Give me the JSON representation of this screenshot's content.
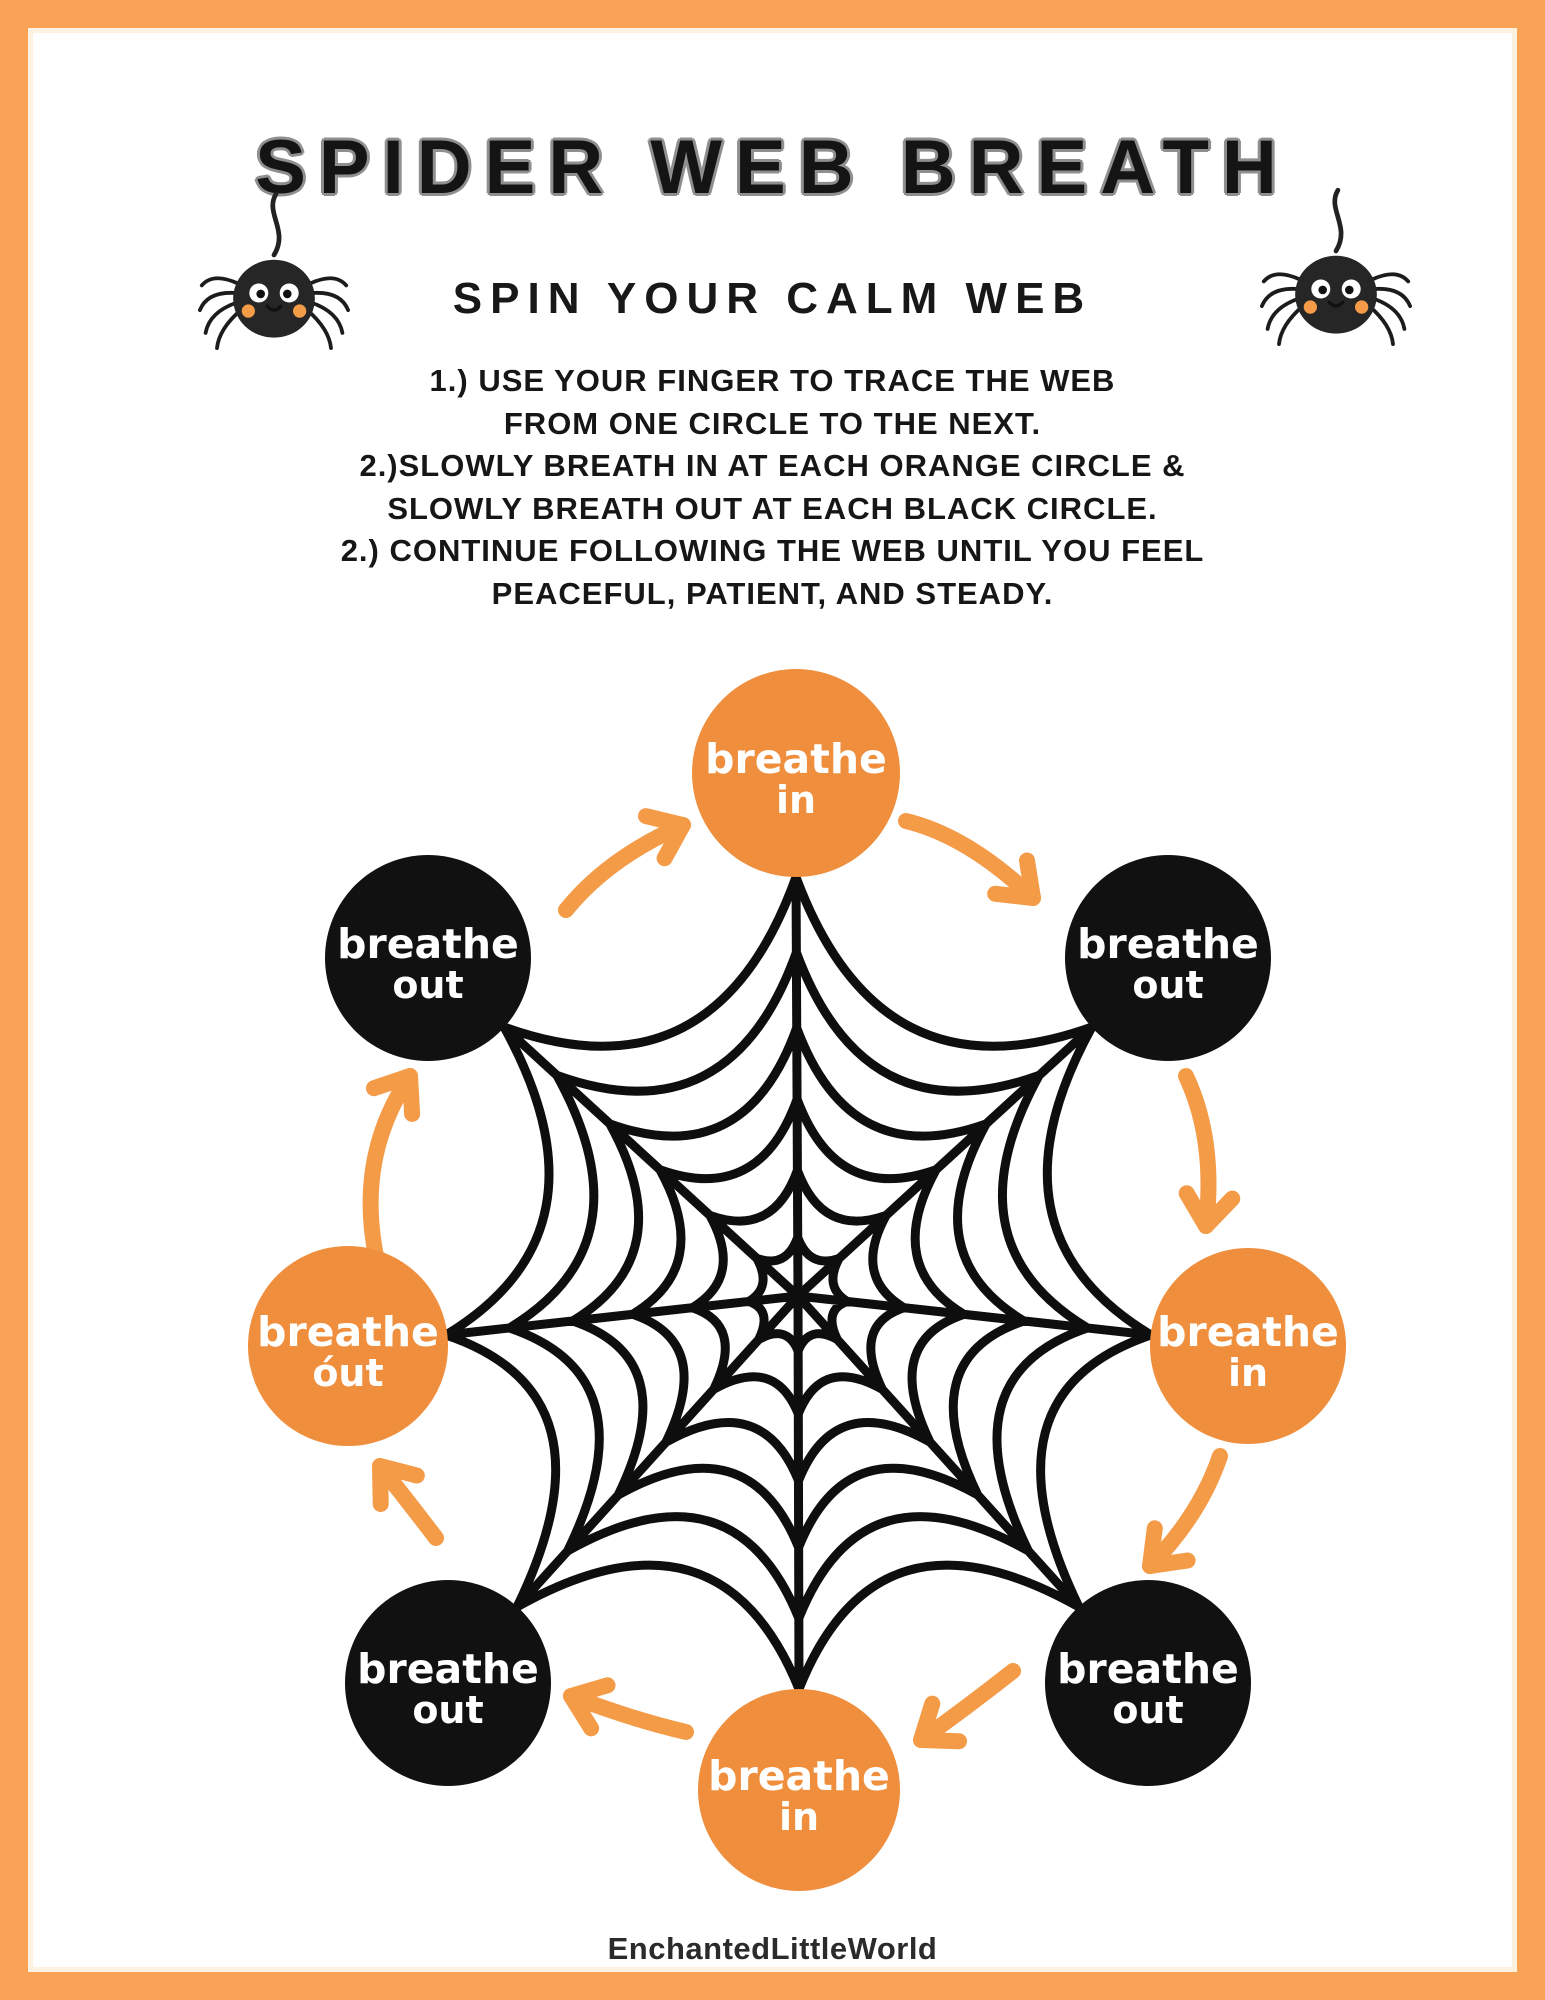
{
  "page": {
    "background": "#ffffff",
    "border_color": "#F8A355"
  },
  "header": {
    "title": "SPIDER WEB BREATH",
    "subtitle": "SPIN YOUR CALM WEB"
  },
  "instructions": {
    "lines": [
      "1.) USE YOUR FINGER TO TRACE THE WEB",
      "FROM ONE CIRCLE TO THE NEXT.",
      "2.)SLOWLY BREATH IN AT EACH ORANGE CIRCLE &",
      "SLOWLY BREATH OUT AT EACH BLACK CIRCLE.",
      "2.) CONTINUE FOLLOWING THE WEB UNTIL YOU FEEL",
      "PEACEFUL, PATIENT, AND STEADY."
    ]
  },
  "web": {
    "circles": [
      {
        "position": "top",
        "line1": "breathe",
        "line2": "in",
        "fill": "#EF8E3C"
      },
      {
        "position": "top-right",
        "line1": "breathe",
        "line2": "out",
        "fill": "#111111"
      },
      {
        "position": "right",
        "line1": "breathe",
        "line2": "in",
        "fill": "#EF8E3C"
      },
      {
        "position": "bottom-right",
        "line1": "breathe",
        "line2": "out",
        "fill": "#111111"
      },
      {
        "position": "bottom",
        "line1": "breathe",
        "line2": "in",
        "fill": "#EF8E3C"
      },
      {
        "position": "bottom-left",
        "line1": "breathe",
        "line2": "out",
        "fill": "#111111"
      },
      {
        "position": "left",
        "line1": "breathe",
        "line2": "óut",
        "fill": "#EF8E3C"
      },
      {
        "position": "top-left",
        "line1": "breathe",
        "line2": "out",
        "fill": "#111111"
      }
    ]
  },
  "footer": {
    "credit": "EnchantedLittleWorld"
  },
  "colors": {
    "orange_circle": "#EF8E3C",
    "black_circle": "#111111",
    "arrow_orange": "#F49B48",
    "web_black": "#0e0e0e",
    "border_orange": "#F8A355",
    "title_outline": "#8f8f8f",
    "circle_text": "#ffffff"
  }
}
